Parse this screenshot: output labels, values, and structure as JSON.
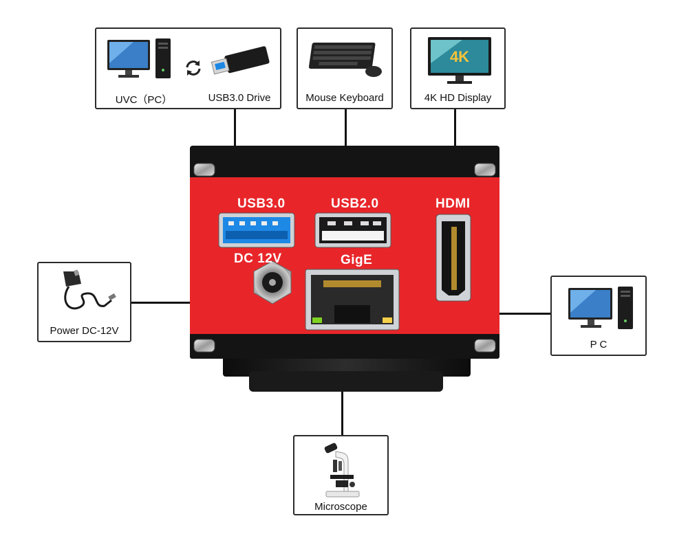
{
  "callouts": {
    "uvc_usb": {
      "left_label": "UVC（PC）",
      "right_label": "USB3.0 Drive"
    },
    "mouse_keyboard": {
      "label": "Mouse  Keyboard"
    },
    "display": {
      "label": "4K HD Display",
      "screen_text": "4K"
    },
    "power": {
      "label": "Power DC-12V"
    },
    "pc": {
      "label": "P C"
    },
    "microscope": {
      "label": "Microscope"
    }
  },
  "camera": {
    "body_color": "#e8262a",
    "ports": {
      "usb3": "USB3.0",
      "usb2": "USB2.0",
      "hdmi": "HDMI",
      "dc": "DC 12V",
      "gige": "GigE"
    }
  },
  "icons": {
    "uvc_pc": "desktop-computer-icon",
    "sync": "sync-arrows-icon",
    "usb_drive": "usb-drive-icon",
    "keyboard": "keyboard-mouse-icon",
    "monitor": "4k-monitor-icon",
    "adapter": "power-adapter-icon",
    "pc": "desktop-computer-icon",
    "microscope": "microscope-icon"
  }
}
